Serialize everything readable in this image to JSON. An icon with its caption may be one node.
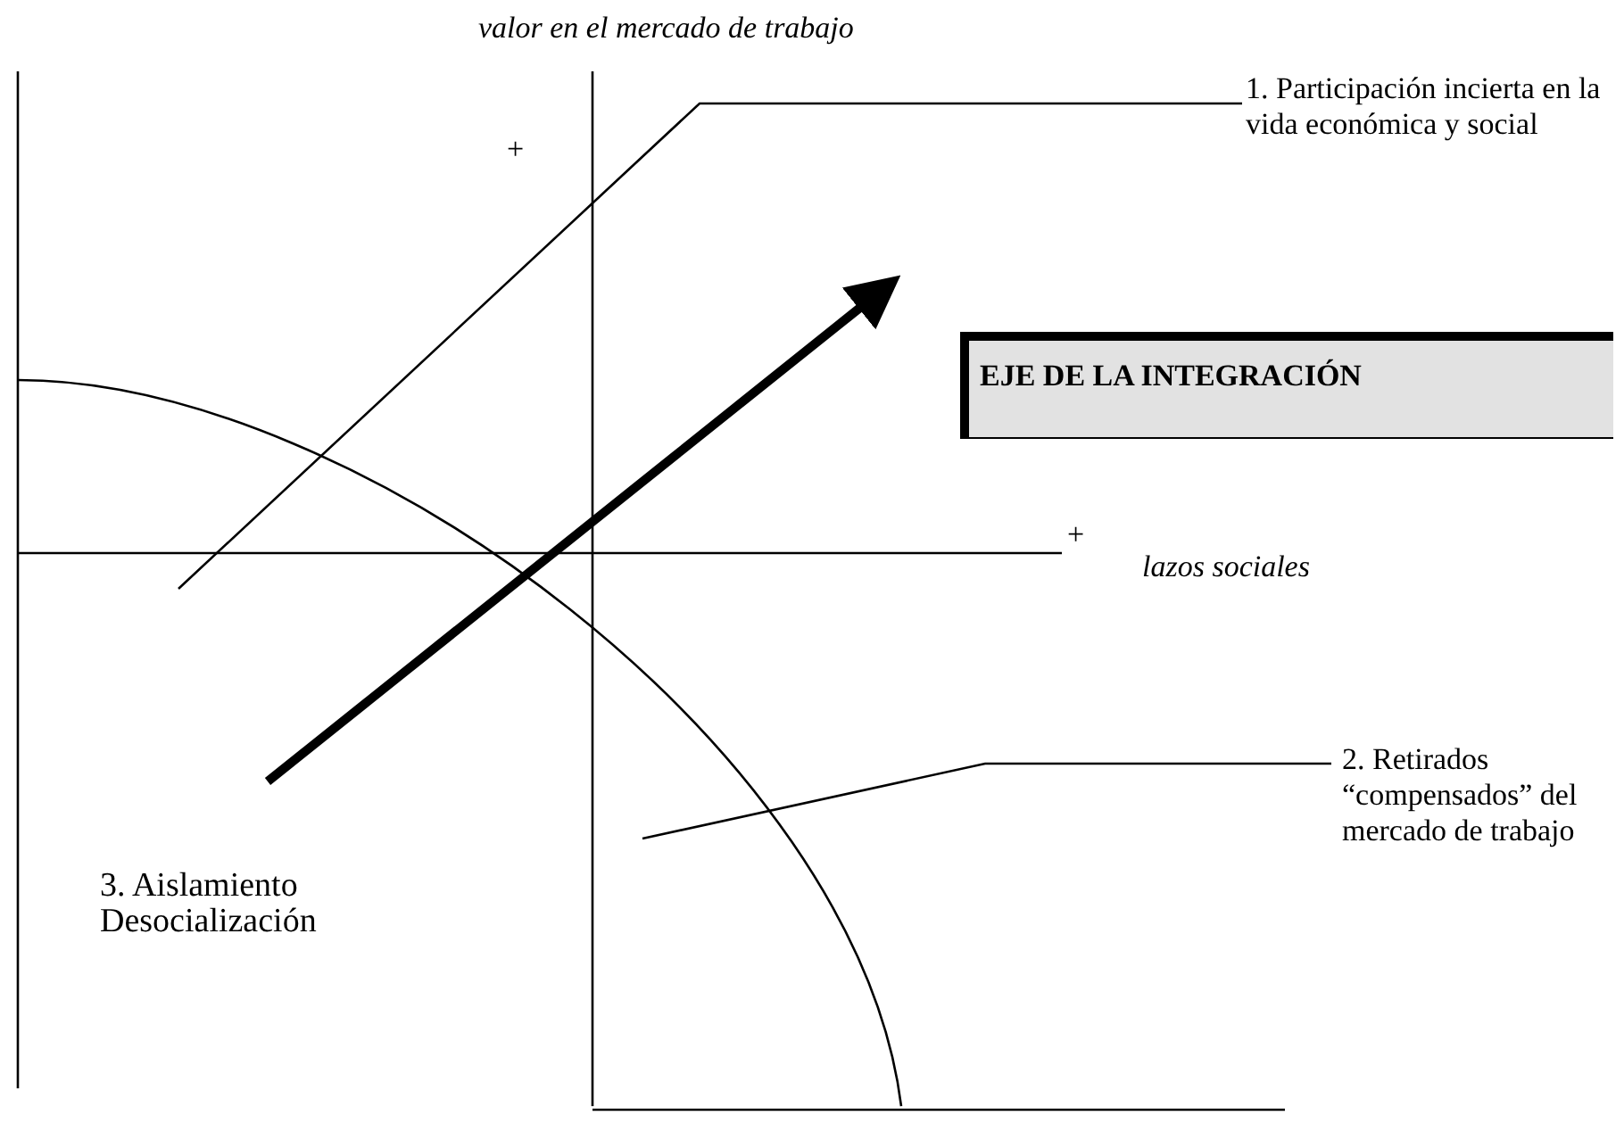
{
  "diagram": {
    "nodes": [
      {
        "text": [
          "1. Participación incierta en la vida económica y social"
        ]
      },
      {
        "text": [
          "EJE DE LA INTEGRACIÓN"
        ]
      },
      {
        "text": [
          "2. Retirados “compensados” del mercado de trabajo"
        ]
      }
    ],
    "edges": [
      {
        "from": 0,
        "to": null,
        "arrow": "none"
      },
      {
        "from": 2,
        "to": null,
        "arrow": "none"
      }
    ],
    "labels": [
      "valor en el mercado de trabajo",
      "+",
      "+",
      "lazos sociales",
      "3. Aislamiento Desocialización"
    ]
  }
}
